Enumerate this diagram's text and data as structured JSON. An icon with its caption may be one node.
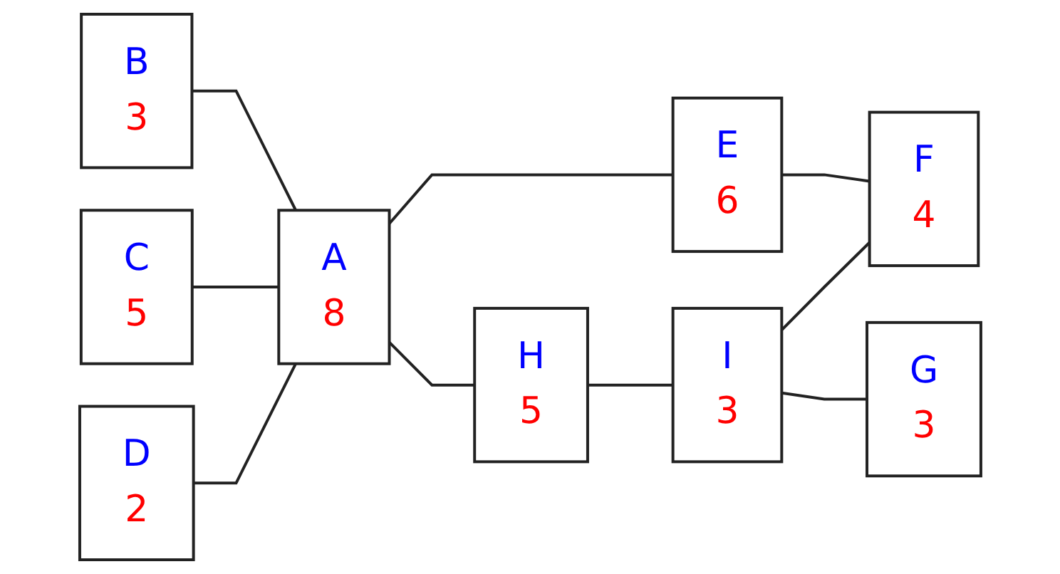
{
  "diagram": {
    "nodes": [
      {
        "text": [
          "B",
          "3"
        ]
      },
      {
        "text": [
          "C",
          "5"
        ]
      },
      {
        "text": [
          "D",
          "2"
        ]
      },
      {
        "text": [
          "A",
          "8"
        ]
      },
      {
        "text": [
          "E",
          "6"
        ]
      },
      {
        "text": [
          "H",
          "5"
        ]
      },
      {
        "text": [
          "I",
          "3"
        ]
      },
      {
        "text": [
          "F",
          "4"
        ]
      },
      {
        "text": [
          "G",
          "3"
        ]
      }
    ],
    "edges": [
      {
        "from": 0,
        "to": 3,
        "arrow": "none"
      },
      {
        "from": 1,
        "to": 3,
        "arrow": "none"
      },
      {
        "from": 2,
        "to": 3,
        "arrow": "none"
      },
      {
        "from": 3,
        "to": 4,
        "arrow": "none"
      },
      {
        "from": 3,
        "to": 5,
        "arrow": "none"
      },
      {
        "from": 4,
        "to": 7,
        "arrow": "none"
      },
      {
        "from": 5,
        "to": 6,
        "arrow": "none"
      },
      {
        "from": 6,
        "to": 7,
        "arrow": "none"
      },
      {
        "from": 6,
        "to": 8,
        "arrow": "none"
      }
    ]
  }
}
